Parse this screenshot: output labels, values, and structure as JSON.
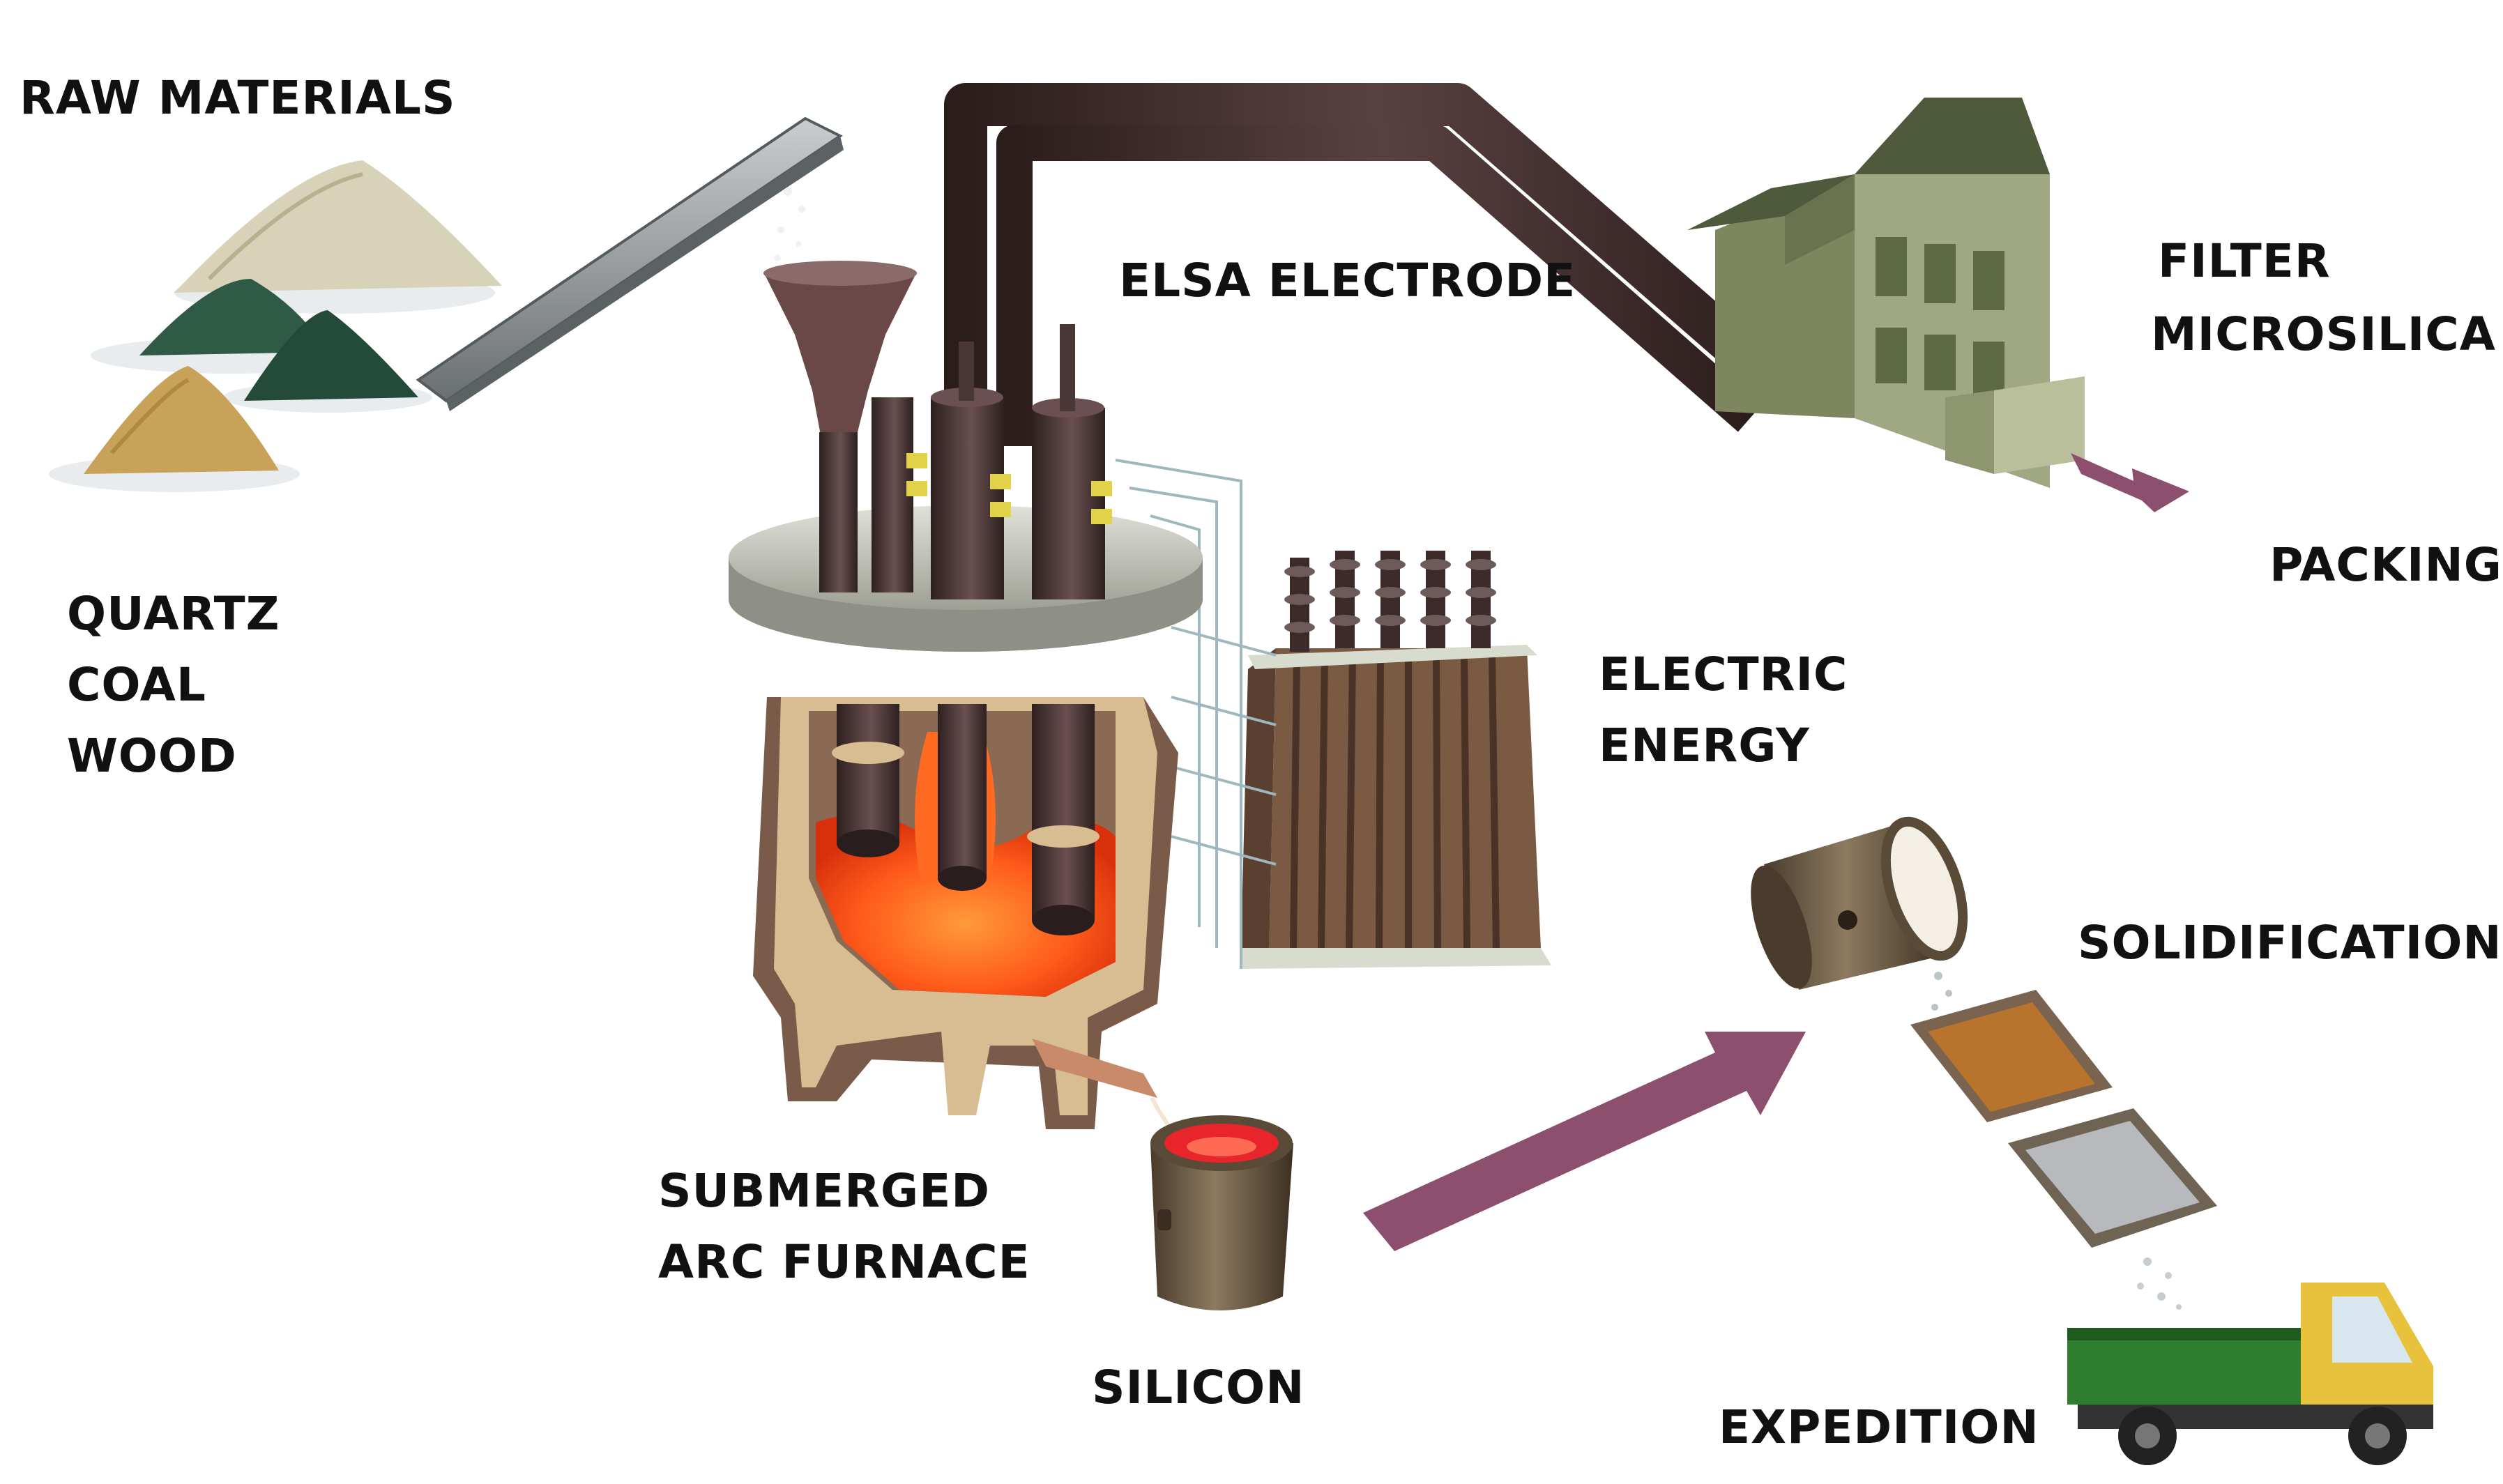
{
  "labels": {
    "raw_materials": "RAW MATERIALS",
    "quartz": "QUARTZ",
    "coal": "COAL",
    "wood": "WOOD",
    "elsa_electrode": "ELSA ELECTRODE",
    "filter": "FILTER",
    "microsilica": "MICROSILICA",
    "packing": "PACKING",
    "electric": "ELECTRIC",
    "energy": "ENERGY",
    "solidification": "SOLIDIFICATION",
    "submerged": "SUBMERGED",
    "arc_furnace": "ARC FURNACE",
    "silicon": "SILICON",
    "expedition": "EXPEDITION"
  },
  "colors": {
    "duct": "#3e2b2b",
    "lid": "#c9cbc2",
    "furnace_shell": "#7a5a48",
    "refractory": "#d8bd92",
    "melt": "#ff5a1a",
    "flow_arrow": "#8c4f6e",
    "building": "#8e9670",
    "building_roof": "#4f5a3c",
    "quartz_pile": "#d8d2b8",
    "coal_pile": "#2f5a45",
    "wood_pile": "#c9a25a",
    "conveyor": "#8a8f92",
    "transformer": "#7b5a44",
    "truck_cab": "#e8c23c",
    "truck_bed": "#2f7d2f",
    "ladle": "#6b5a46"
  }
}
